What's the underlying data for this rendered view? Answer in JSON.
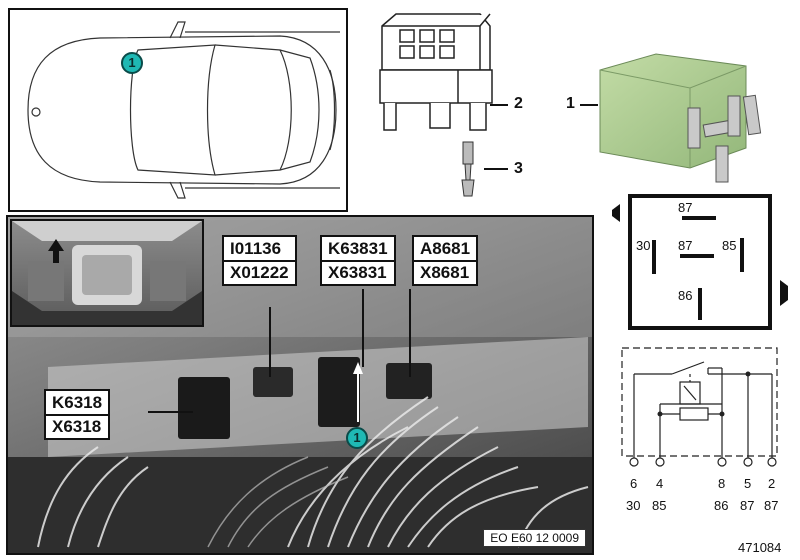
{
  "callouts": {
    "car": "1",
    "photo": "1"
  },
  "parts": {
    "relay": "1",
    "connector": "2",
    "terminal": "3"
  },
  "connector_labels": [
    {
      "top": "I01136",
      "bottom": "X01222"
    },
    {
      "top": "K63831",
      "bottom": "X63831"
    },
    {
      "top": "A8681",
      "bottom": "X8681"
    },
    {
      "top": "K6318",
      "bottom": "X6318"
    }
  ],
  "relay_face_pins": {
    "top": "87",
    "left": "30",
    "center": "87",
    "right": "85",
    "bottom": "86"
  },
  "schematic_pins": [
    {
      "num": "6",
      "term": "30"
    },
    {
      "num": "4",
      "term": "85"
    },
    {
      "num": "8",
      "term": "86"
    },
    {
      "num": "5",
      "term": "87"
    },
    {
      "num": "2",
      "term": "87"
    }
  ],
  "photo_id": "EO E60 12 0009",
  "doc_number": "471084",
  "colors": {
    "callout_fill": "#1fb9b4",
    "relay_green": "#a9c98a",
    "photo_gray": "#6f6f6f"
  }
}
